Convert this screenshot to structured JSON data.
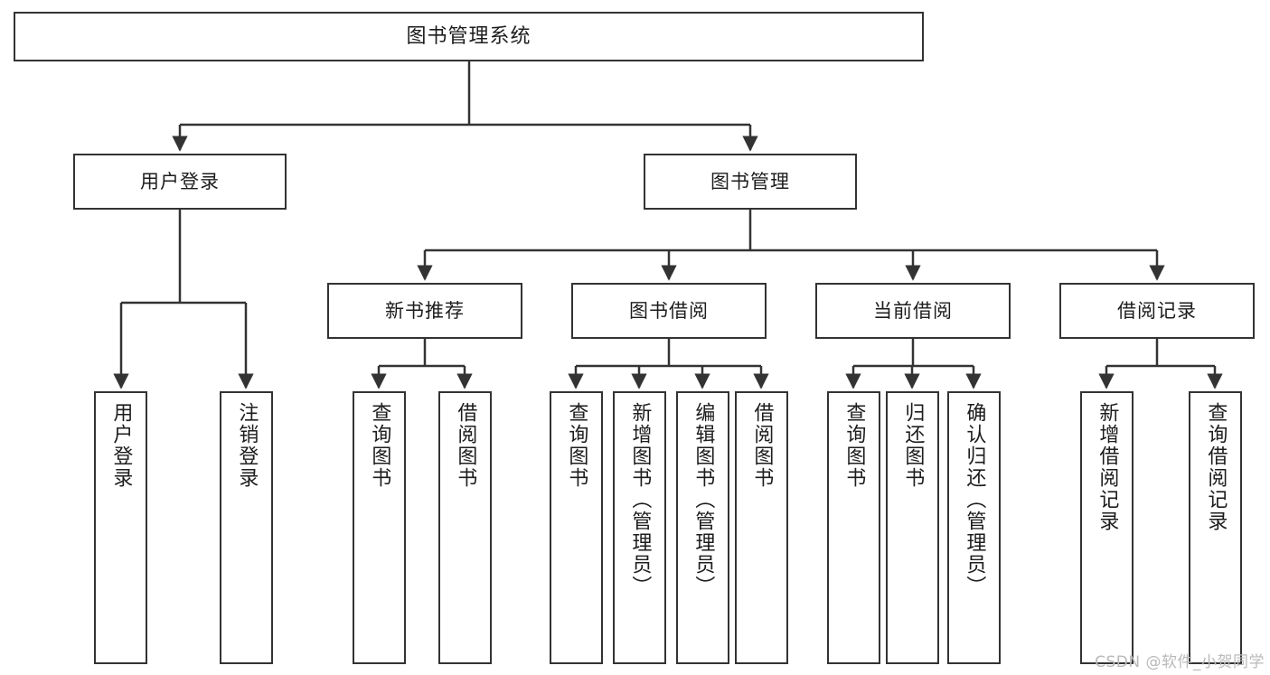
{
  "diagram": {
    "title": "图书管理系统",
    "type": "tree",
    "watermark": "CSDN @软件_小贺同学",
    "colors": {
      "stroke": "#333333",
      "fill": "#ffffff",
      "text": "#1d1d1d",
      "watermark": "#b9b9b9"
    },
    "root": {
      "label": "图书管理系统"
    },
    "level2": [
      {
        "label": "用户登录"
      },
      {
        "label": "图书管理"
      }
    ],
    "level3": [
      {
        "label": "新书推荐"
      },
      {
        "label": "图书借阅"
      },
      {
        "label": "当前借阅"
      },
      {
        "label": "借阅记录"
      }
    ],
    "leaves": {
      "user_login": [
        {
          "label": "用户登录"
        },
        {
          "label": "注销登录"
        }
      ],
      "new_book": [
        {
          "label": "查询图书"
        },
        {
          "label": "借阅图书"
        }
      ],
      "borrow_book": [
        {
          "label": "查询图书"
        },
        {
          "label": "新增图书（管理员）"
        },
        {
          "label": "编辑图书（管理员）"
        },
        {
          "label": "借阅图书"
        }
      ],
      "current_borrow": [
        {
          "label": "查询图书"
        },
        {
          "label": "归还图书"
        },
        {
          "label": "确认归还（管理员）"
        }
      ],
      "borrow_record": [
        {
          "label": "新增借阅记录"
        },
        {
          "label": "查询借阅记录"
        }
      ]
    }
  }
}
